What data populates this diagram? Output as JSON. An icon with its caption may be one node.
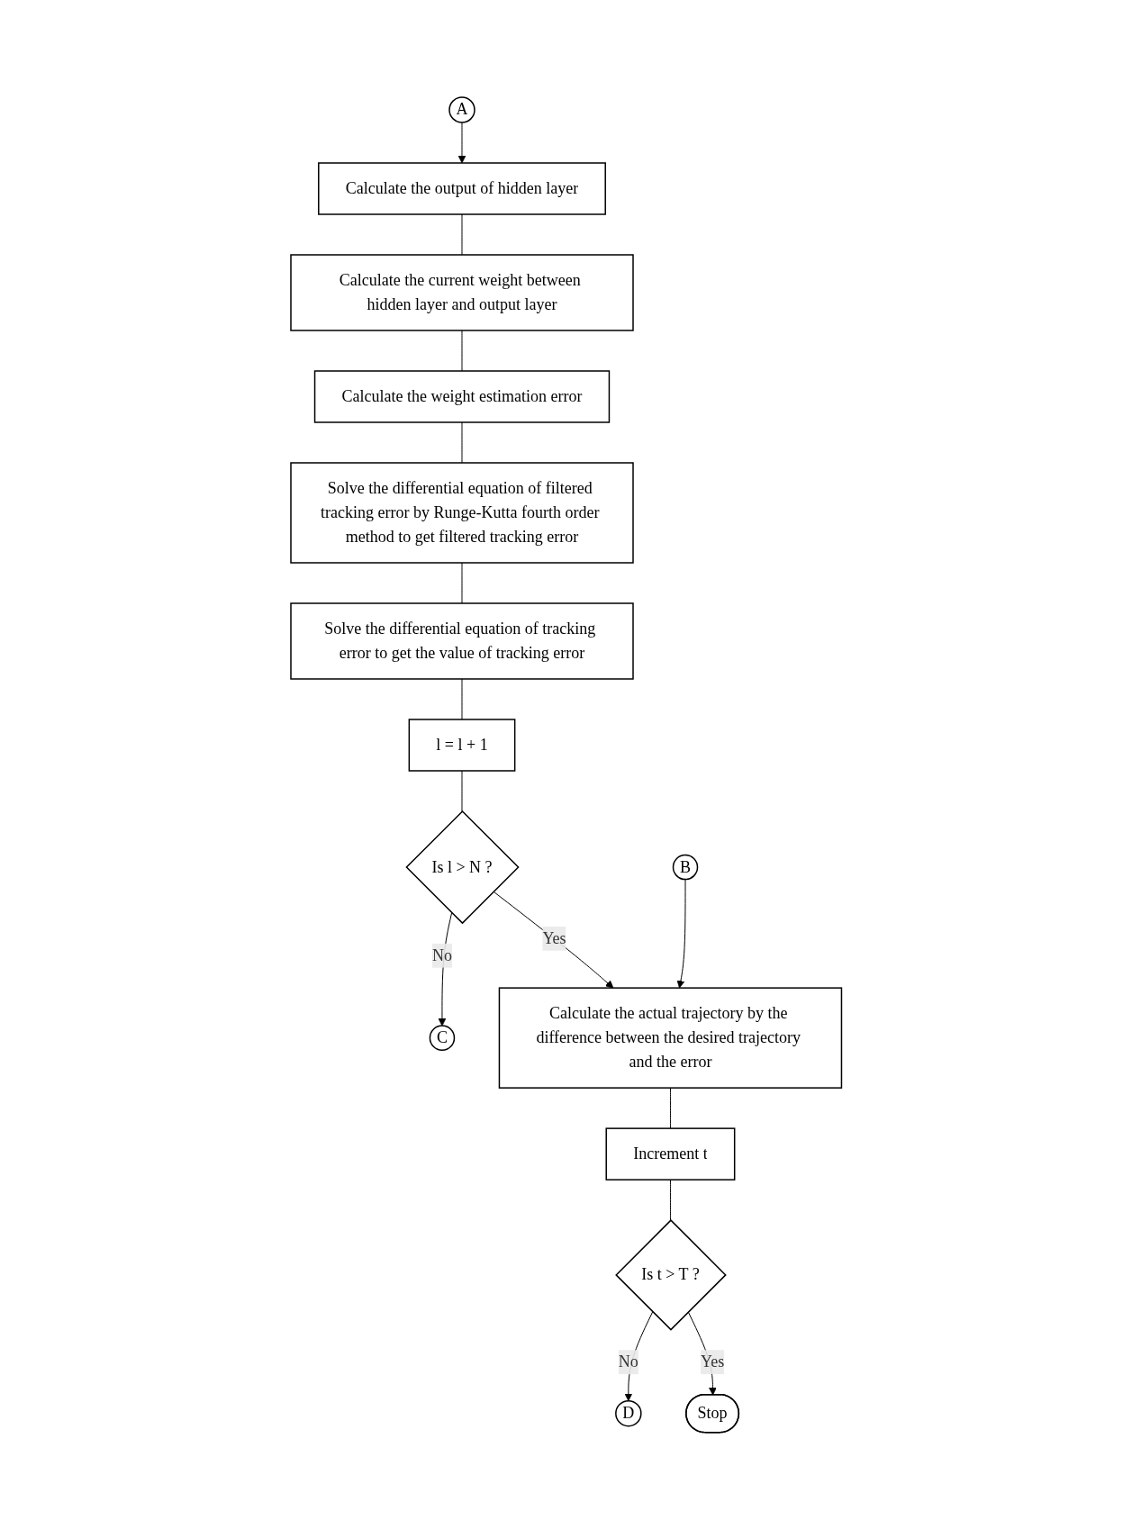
{
  "diagram": {
    "nodes": [
      {
        "text": [
          "B"
        ]
      },
      {
        "text": [
          "A"
        ]
      },
      {
        "text": [
          "C"
        ]
      },
      {
        "text": [
          "D"
        ]
      },
      {
        "text": [
          "Calculate the output of hidden layer"
        ]
      },
      {
        "text": [
          "Calculate the current weight between hidden layer and output layer"
        ]
      },
      {
        "text": [
          "Calculate the weight estimation error"
        ]
      },
      {
        "text": [
          "Solve the differential equation of filtered tracking error by Runge-Kutta fourth order method to get filtered tracking error"
        ]
      },
      {
        "text": [
          "Solve the differential equation of tracking error to get the value of tracking error"
        ]
      },
      {
        "text": [
          "l = l + 1"
        ]
      },
      {
        "text": [
          "Is l > N ?"
        ]
      },
      {
        "text": [
          "Calculate the actual trajectory by the difference between the desired trajectory and the error"
        ]
      },
      {
        "text": [
          "Increment t"
        ]
      },
      {
        "text": [
          "Is t > T ?"
        ]
      },
      {
        "text": [
          "Stop"
        ]
      }
    ],
    "edges": [
      {
        "from": 1,
        "to": 4,
        "arrow": "to"
      },
      {
        "from": 4,
        "to": 5,
        "arrow": "none"
      },
      {
        "from": 5,
        "to": 6,
        "arrow": "none"
      },
      {
        "from": 6,
        "to": 7,
        "arrow": "none"
      },
      {
        "from": 7,
        "to": 8,
        "arrow": "none"
      },
      {
        "from": 8,
        "to": 9,
        "arrow": "none"
      },
      {
        "from": 9,
        "to": 10,
        "arrow": "none"
      },
      {
        "from": 10,
        "to": 2,
        "arrow": "to",
        "label": "No"
      },
      {
        "from": 10,
        "to": 11,
        "arrow": "to",
        "label": "Yes"
      },
      {
        "from": 0,
        "to": 11,
        "arrow": "to"
      },
      {
        "from": 11,
        "to": 12,
        "arrow": "none"
      },
      {
        "from": 12,
        "to": 13,
        "arrow": "none"
      },
      {
        "from": 13,
        "to": 3,
        "arrow": "to",
        "label": "No"
      },
      {
        "from": 13,
        "to": 14,
        "arrow": "to",
        "label": "Yes"
      }
    ]
  }
}
